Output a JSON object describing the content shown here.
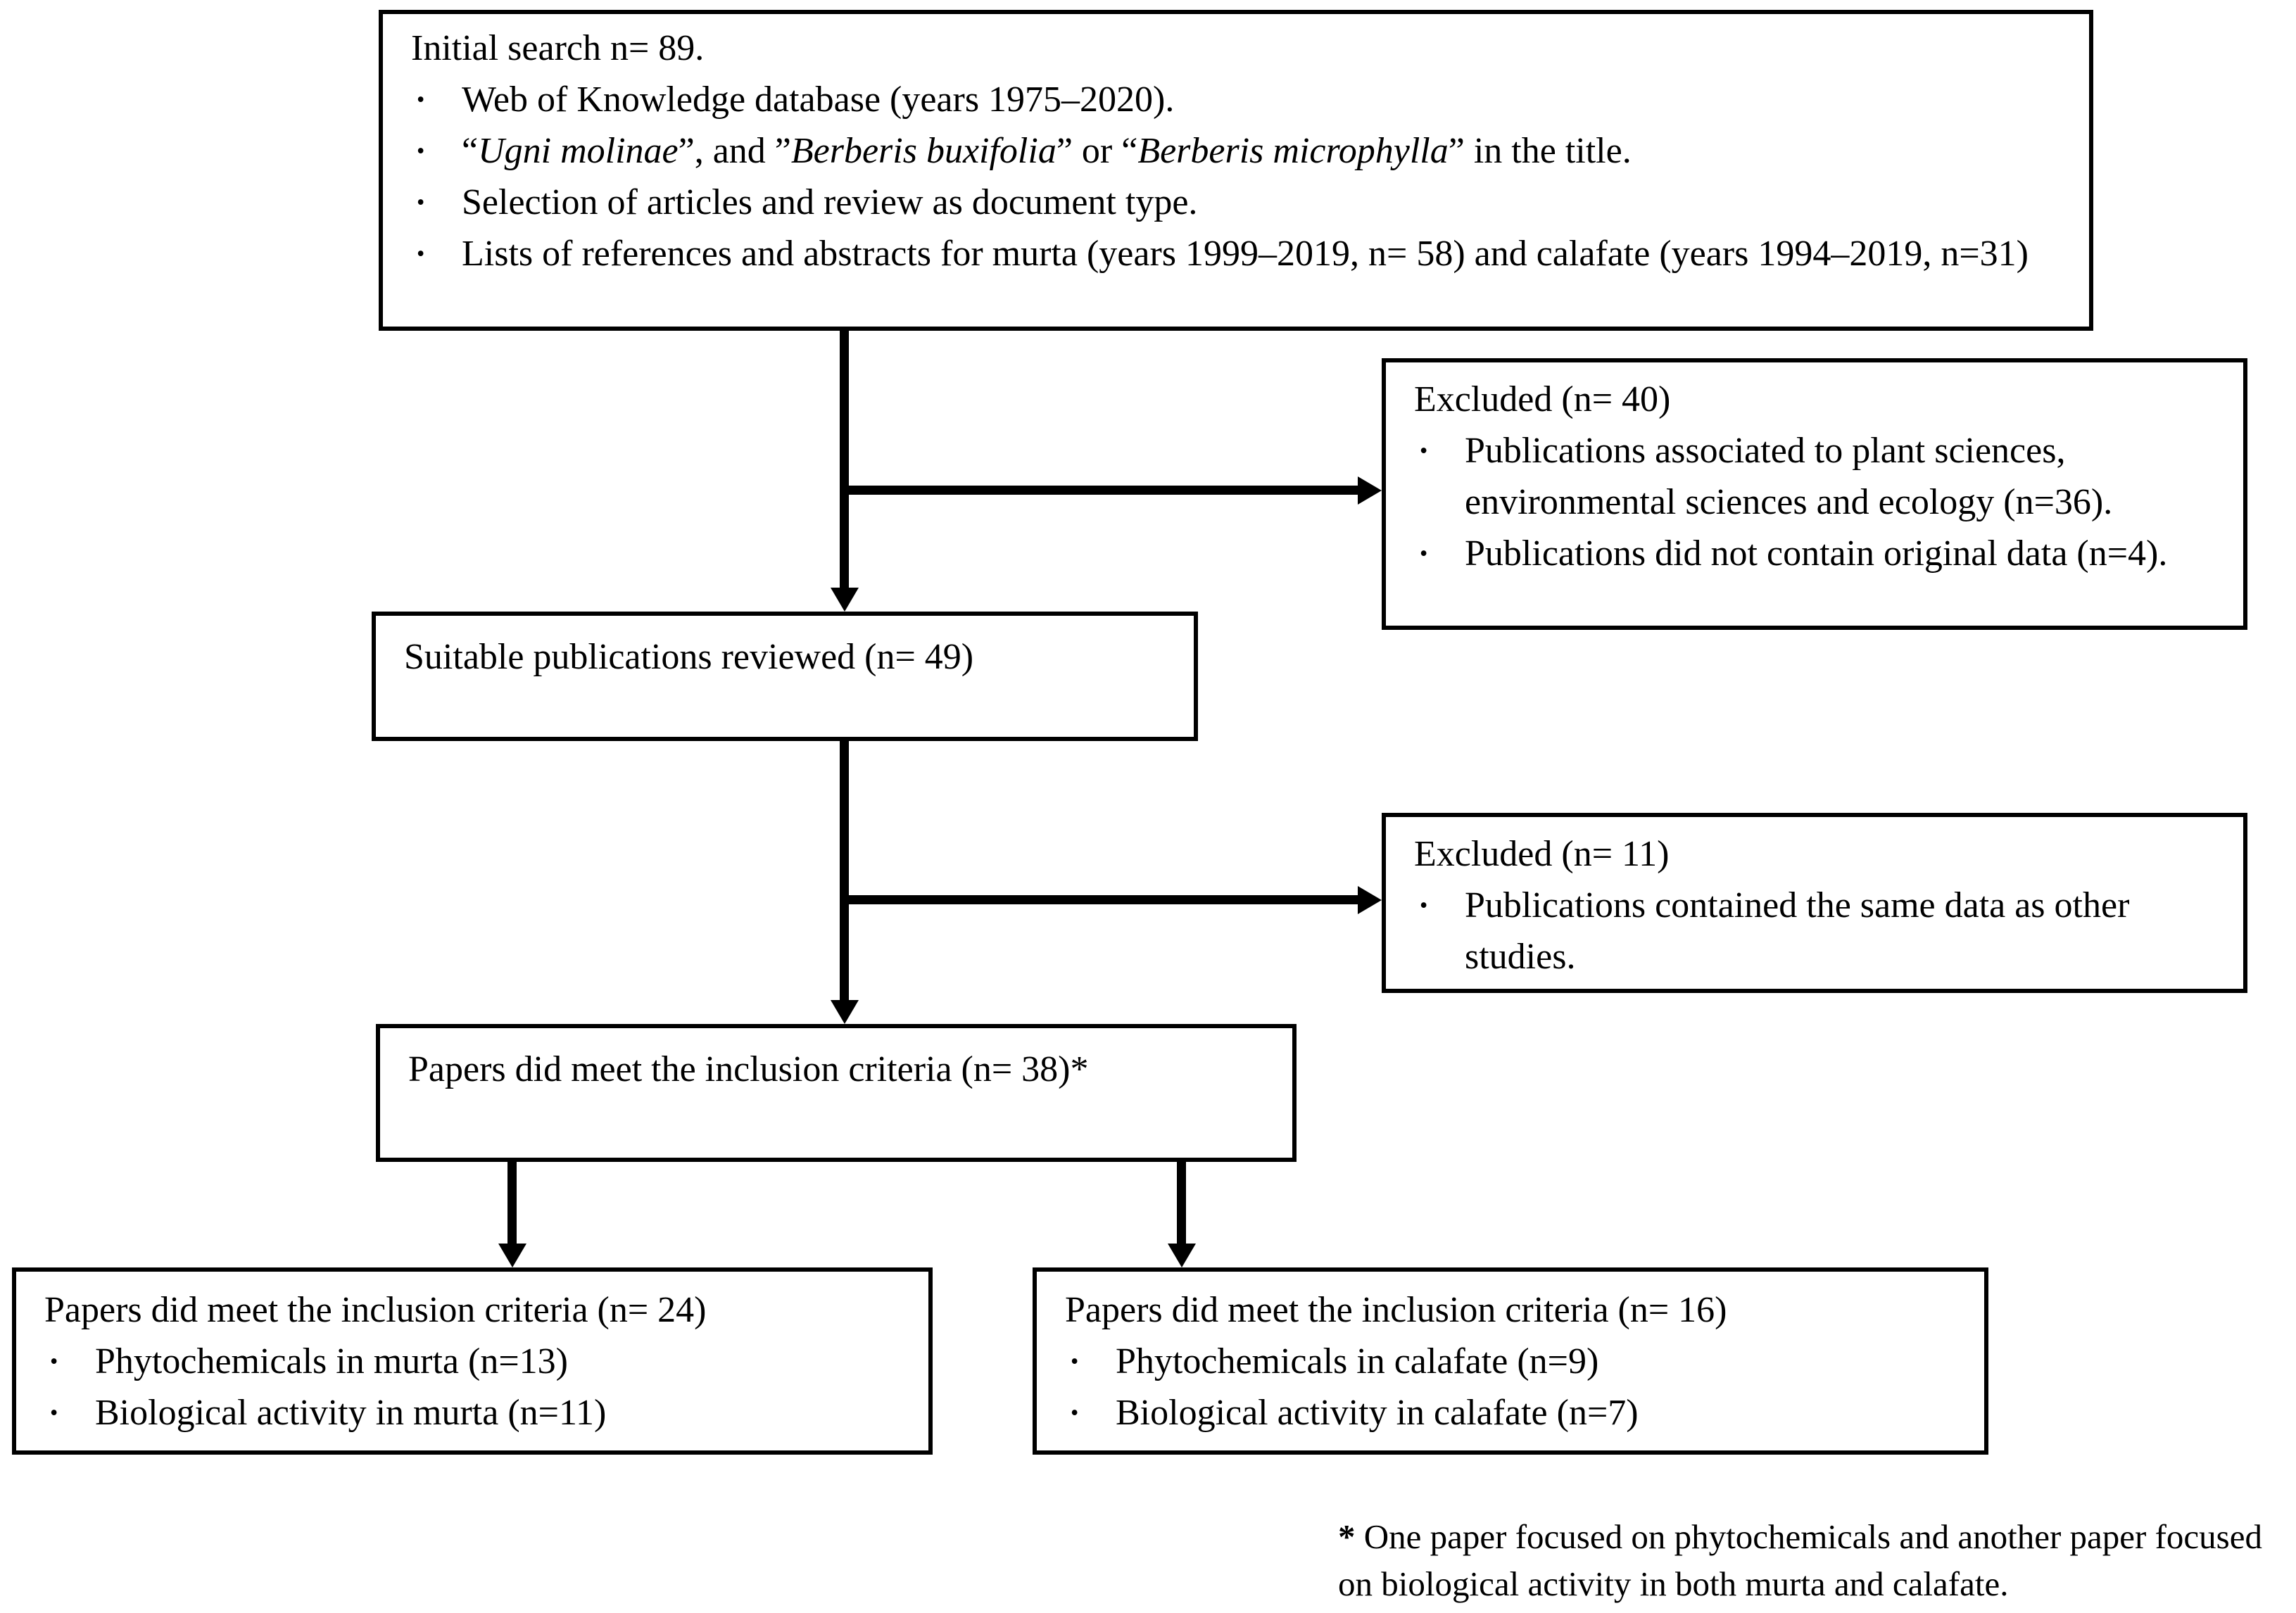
{
  "colors": {
    "ink": "#000000",
    "paper": "#ffffff"
  },
  "glyphs": {
    "bullet": "•"
  },
  "boxes": {
    "initial_search": {
      "title": "Initial search n= 89.",
      "bullets": [
        {
          "parts": [
            {
              "text": "Web of Knowledge database (years 1975–2020)."
            }
          ]
        },
        {
          "parts": [
            {
              "text": "“"
            },
            {
              "text": "Ugni molinae",
              "italic": true
            },
            {
              "text": "”, and ”"
            },
            {
              "text": "Berberis buxifolia",
              "italic": true
            },
            {
              "text": "” or “"
            },
            {
              "text": "Berberis microphylla",
              "italic": true
            },
            {
              "text": "” in the title."
            }
          ]
        },
        {
          "parts": [
            {
              "text": "Selection of articles and review as document type."
            }
          ]
        },
        {
          "parts": [
            {
              "text": "Lists of references and abstracts for murta (years 1999–2019, n= 58) and calafate (years 1994–2019, n=31)"
            }
          ]
        }
      ]
    },
    "excluded_first": {
      "title": "Excluded (n= 40)",
      "bullets": [
        "Publications associated to plant sciences, environmental sciences and ecology (n=36).",
        "Publications did not contain original data (n=4)."
      ]
    },
    "suitable": {
      "title": "Suitable publications reviewed (n= 49)"
    },
    "excluded_second": {
      "title": "Excluded (n= 11)",
      "bullets": [
        "Publications contained the same data as other studies."
      ]
    },
    "inclusion_total": {
      "title": "Papers did meet the inclusion criteria (n= 38)*"
    },
    "inclusion_murta": {
      "title": "Papers did meet the inclusion criteria (n= 24)",
      "bullets": [
        "Phytochemicals in murta (n=13)",
        "Biological activity in murta (n=11)"
      ]
    },
    "inclusion_calafate": {
      "title": "Papers did meet the inclusion criteria (n= 16)",
      "bullets": [
        "Phytochemicals in calafate (n=9)",
        "Biological activity in calafate (n=7)"
      ]
    }
  },
  "footnote": {
    "parts": [
      {
        "text": "* ",
        "bold": true
      },
      {
        "text": "One paper focused on phytochemicals and another paper focused on biological activity in both murta and calafate."
      }
    ]
  }
}
